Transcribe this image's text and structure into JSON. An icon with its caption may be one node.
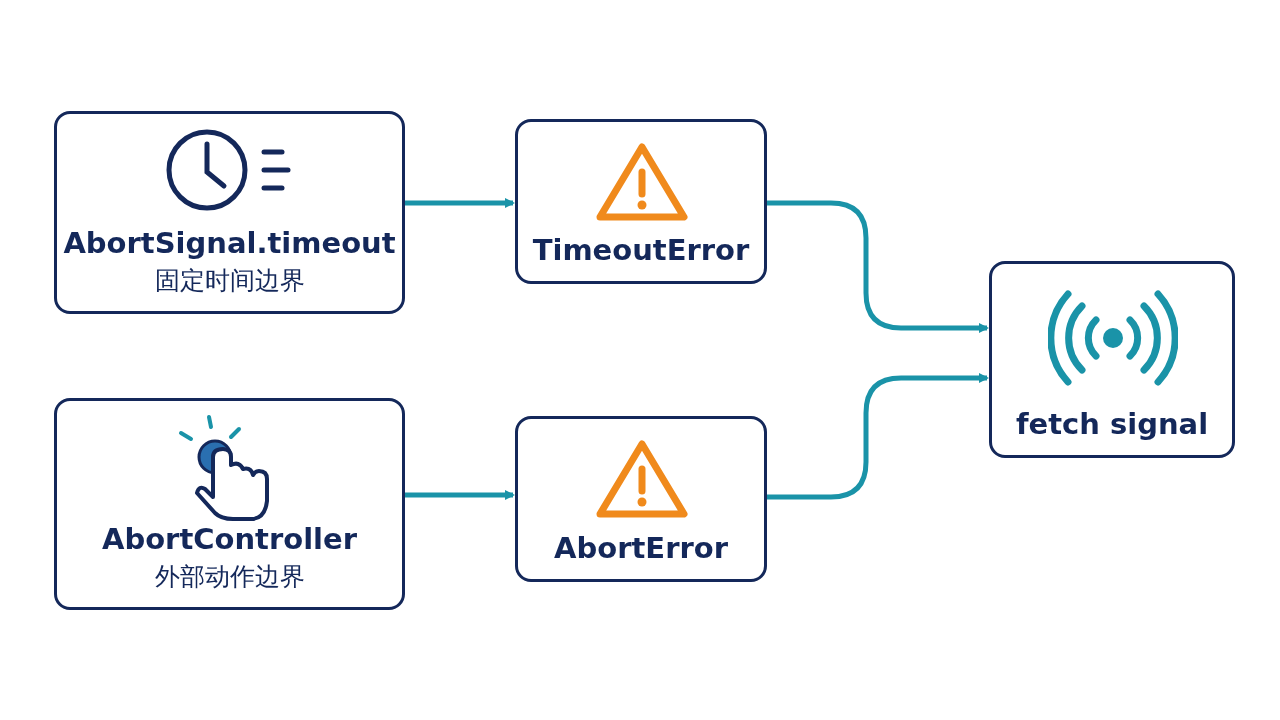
{
  "diagram": {
    "nodes": [
      {
        "text": [
          "AbortSignal.timeout",
          "固定时间边界"
        ]
      },
      {
        "text": [
          "TimeoutError"
        ]
      },
      {
        "text": [
          "fetch signal"
        ]
      },
      {
        "text": [
          "AbortController",
          "外部动作边界"
        ]
      },
      {
        "text": [
          "AbortError"
        ]
      }
    ],
    "edges": [
      {
        "from": 0,
        "to": 1,
        "arrow": "to"
      },
      {
        "from": 1,
        "to": 2,
        "arrow": "to"
      },
      {
        "from": 3,
        "to": 4,
        "arrow": "to"
      },
      {
        "from": 4,
        "to": 2,
        "arrow": "to"
      }
    ]
  }
}
